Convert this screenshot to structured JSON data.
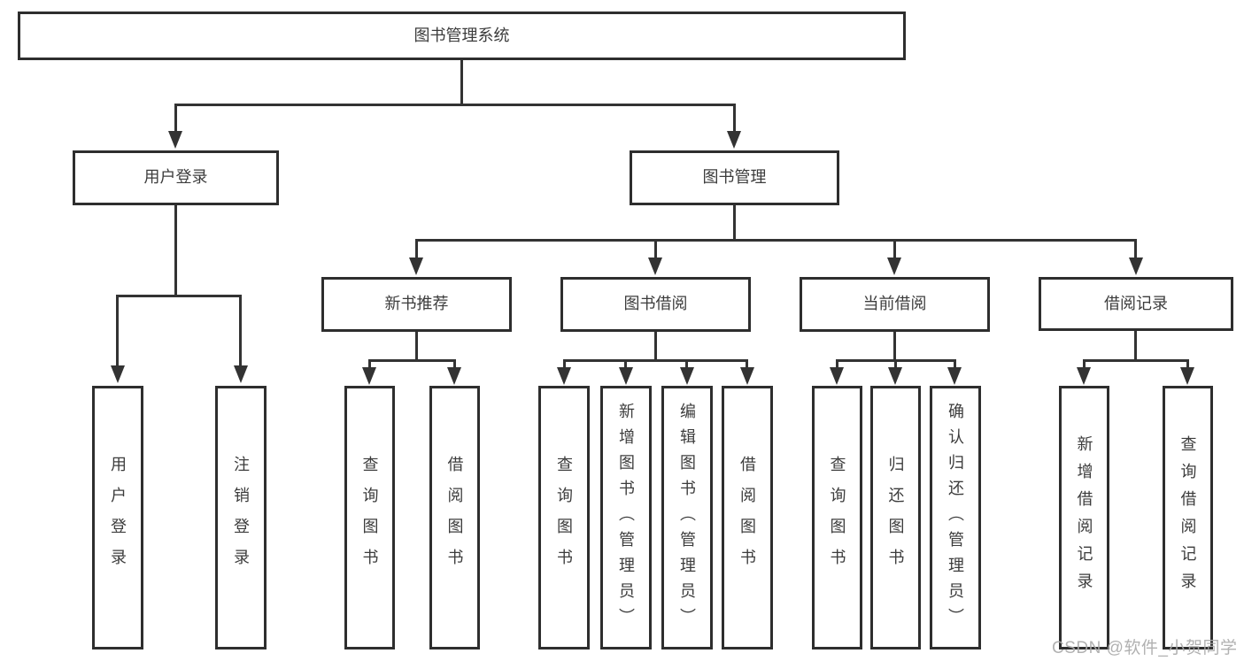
{
  "nodes": {
    "root": "图书管理系统",
    "userLogin": "用户登录",
    "bookMgmt": "图书管理",
    "newBookRec": "新书推荐",
    "bookBorrow": "图书借阅",
    "currentBorrow": "当前借阅",
    "borrowRecords": "借阅记录",
    "leafUserLogin": "用户登录",
    "leafLogout": "注销登录",
    "leafQueryBookA": "查询图书",
    "leafBorrowBookA": "借阅图书",
    "leafQueryBookB": "查询图书",
    "leafAddBook": "新增图书（管理员）",
    "leafEditBook": "编辑图书（管理员）",
    "leafBorrowBookB": "借阅图书",
    "leafQueryBookC": "查询图书",
    "leafReturnBook": "归还图书",
    "leafConfirmReturn": "确认归还（管理员）",
    "leafAddRecord": "新增借阅记录",
    "leafQueryRecord": "查询借阅记录"
  },
  "watermark": "CSDN @软件_小贺同学",
  "colors": {
    "line": "#333333",
    "box_border": "#2e2e2e",
    "text": "#3c3c3c",
    "watermark": "#ababab",
    "background": "#ffffff"
  }
}
